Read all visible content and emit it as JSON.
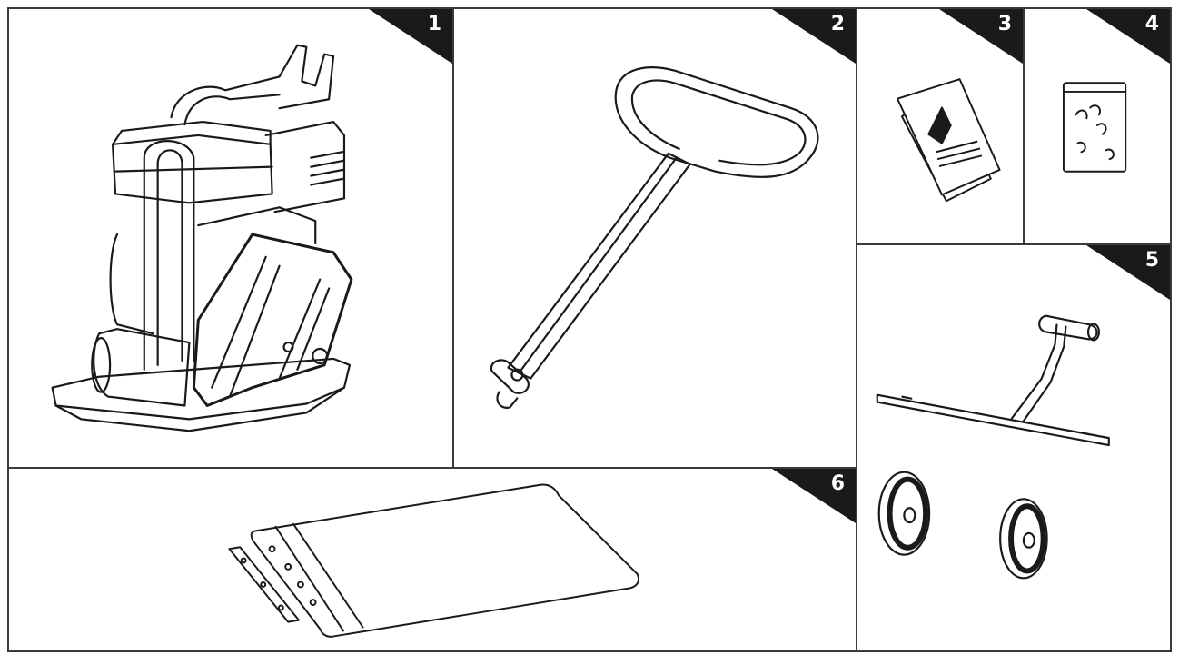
{
  "panels": [
    {
      "number": "1",
      "part": "plate-compactor"
    },
    {
      "number": "2",
      "part": "handle"
    },
    {
      "number": "3",
      "part": "manual"
    },
    {
      "number": "4",
      "part": "hardware-bag"
    },
    {
      "number": "5",
      "part": "wheel-kit"
    },
    {
      "number": "6",
      "part": "rubber-pad"
    }
  ],
  "colors": {
    "line": "#1a1a1a",
    "badge": "#1a1a1a",
    "background": "#ffffff"
  }
}
